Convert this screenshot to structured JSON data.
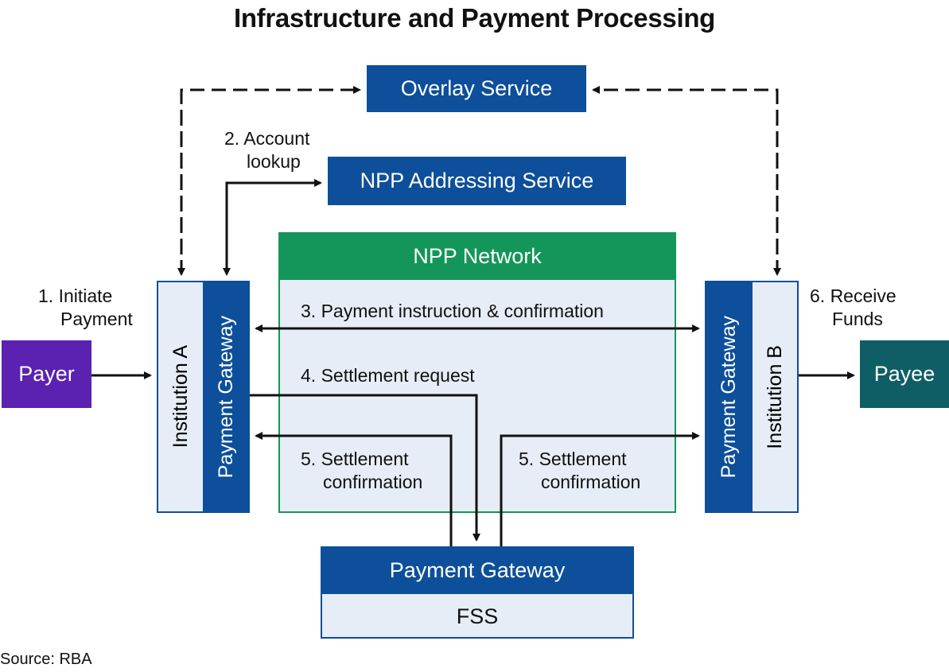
{
  "title": "Infrastructure and Payment Processing",
  "source": "Source: RBA",
  "colors": {
    "blue": "#0d4f9a",
    "light": "#e6edf6",
    "green": "#14965a",
    "purple": "#5b21b0",
    "teal": "#0f5e66"
  },
  "nodes": {
    "overlay": "Overlay Service",
    "addressing": "NPP Addressing Service",
    "npp_network": "NPP Network",
    "payer": "Payer",
    "payee": "Payee",
    "institution_a": "Institution A",
    "institution_b": "Institution B",
    "gateway_a": "Payment Gateway",
    "gateway_b": "Payment Gateway",
    "gateway_fss": "Payment Gateway",
    "fss": "FSS"
  },
  "steps": {
    "s1_line1": "1. Initiate",
    "s1_line2": "Payment",
    "s2_line1": "2. Account",
    "s2_line2": "lookup",
    "s3": "3. Payment instruction & confirmation",
    "s4": "4. Settlement request",
    "s5a_line1": "5. Settlement",
    "s5a_line2": "confirmation",
    "s5b_line1": "5. Settlement",
    "s5b_line2": "confirmation",
    "s6_line1": "6. Receive",
    "s6_line2": "Funds"
  }
}
